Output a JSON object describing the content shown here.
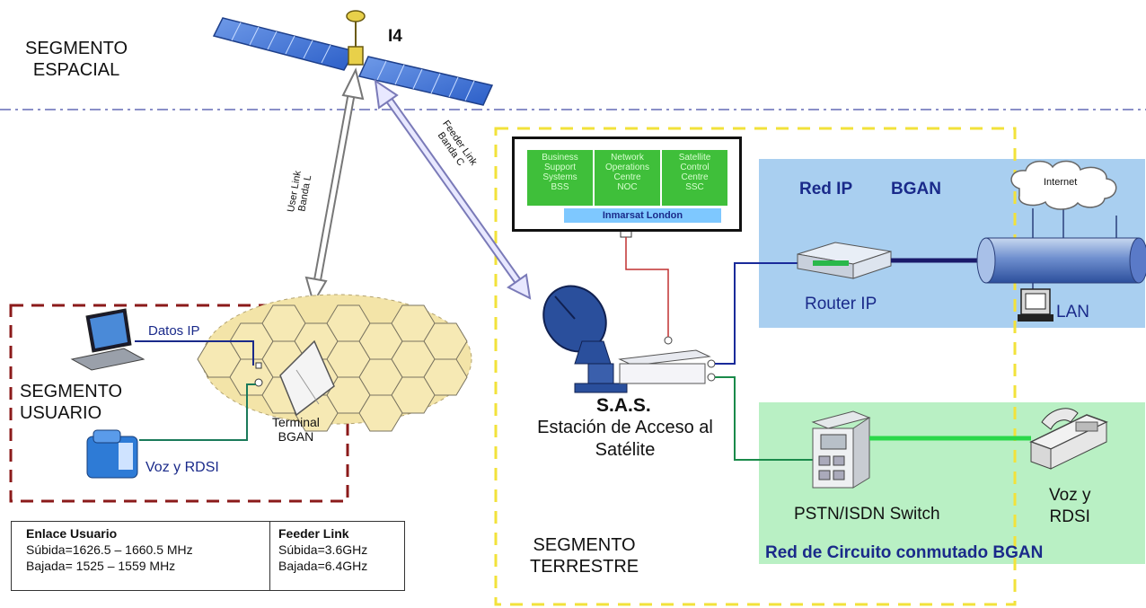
{
  "satellite": {
    "name": "I4"
  },
  "segments": {
    "espacial": [
      "SEGMENTO",
      "ESPACIAL"
    ],
    "usuario": [
      "SEGMENTO",
      "USUARIO"
    ],
    "terrestre": [
      "SEGMENTO",
      "TERRESTRE"
    ]
  },
  "links": {
    "user_link": [
      "User Link",
      "Banda L"
    ],
    "feeder_link": [
      "Feeder Link",
      "Banda C"
    ]
  },
  "user_side": {
    "datos_ip": "Datos IP",
    "voz_rdsi": "Voz y RDSI",
    "terminal": [
      "Terminal",
      "BGAN"
    ]
  },
  "noc": {
    "units": [
      [
        "Business",
        "Support",
        "Systems",
        "BSS"
      ],
      [
        "Network",
        "Operations",
        "Centre",
        "NOC"
      ],
      [
        "Satellite",
        "Control",
        "Centre",
        "SSC"
      ]
    ],
    "location": "Inmarsat London"
  },
  "sas": {
    "acronym": "S.A.S.",
    "name_lines": [
      "Estación de Acceso al",
      "Satélite"
    ]
  },
  "ip_network": {
    "title_a": "Red IP",
    "title_b": "BGAN",
    "cloud": "Internet",
    "router": "Router IP",
    "lan": "LAN"
  },
  "circuit_network": {
    "switch": "PSTN/ISDN Switch",
    "phone": [
      "Voz y",
      "RDSI"
    ],
    "title": "Red de Circuito conmutado BGAN"
  },
  "frequencies": {
    "enlace_usuario": {
      "title": "Enlace Usuario",
      "up": "Súbida=1626.5 – 1660.5 MHz",
      "down": "Bajada= 1525 – 1559 MHz"
    },
    "feeder_link": {
      "title": "Feeder Link",
      "up": "Súbida=3.6GHz",
      "down": "Bajada=6.4GHz"
    }
  },
  "colors": {
    "ip_area": "#a9cff0",
    "circuit_area": "#b9f0c4",
    "user_segment_border": "#8b1a1a",
    "terrestrial_border": "#f2e23a",
    "noc_green": "#3fbf3a",
    "divider": "#8a8fc8"
  }
}
